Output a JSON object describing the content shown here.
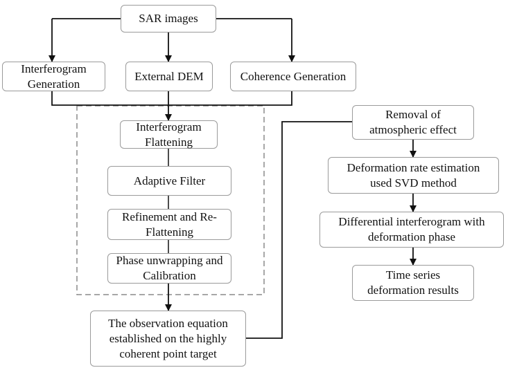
{
  "nodes": {
    "sar_images": "SAR images",
    "interferogram_generation": "Interferogram\nGeneration",
    "external_dem": "External DEM",
    "coherence_generation": "Coherence Generation",
    "interferogram_flattening": "Interferogram\nFlattening",
    "adaptive_filter": "Adaptive Filter",
    "refinement": "Refinement and Re-\nFlattening",
    "phase_unwrapping": "Phase unwrapping and\nCalibration",
    "observation_equation": "The observation equation\nestablished on the highly\ncoherent point target",
    "removal_atmospheric": "Removal of\natmospheric effect",
    "deformation_rate": "Deformation rate estimation\nused SVD method",
    "differential_interferogram": "Differential interferogram with\ndeformation phase",
    "time_series": "Time series\ndeformation results"
  },
  "colors": {
    "line": "#111111",
    "box_border": "#9a9a9a",
    "dashed_border": "#8a8a8a",
    "text": "#111111"
  }
}
